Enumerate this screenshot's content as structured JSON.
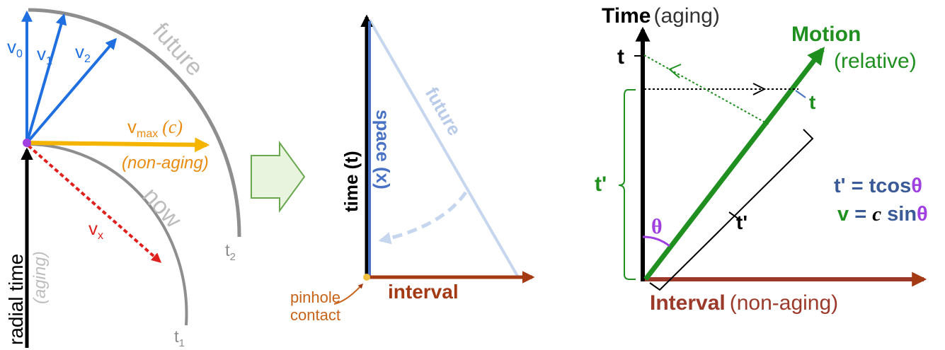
{
  "colors": {
    "blue": "#1f6fe0",
    "orange": "#f4b400",
    "orange_text": "#e98c10",
    "red": "#e0201c",
    "gray": "#8e8e8e",
    "purple": "#a040e0",
    "steel_blue": "#4a72c4",
    "light_blue": "#c5d6ee",
    "brown": "#a33a14",
    "green": "#1f8f1f",
    "dark_blue_text": "#3a5a98",
    "arrow_fill": "#e9f4df",
    "arrow_stroke": "#6aa84f",
    "pinhole": "#f0c040",
    "pinhole_text": "#c8631a"
  },
  "panel1": {
    "v0": "v",
    "v0_sub": "0",
    "v1": "v",
    "v1_sub": "1",
    "v2": "v",
    "v2_sub": "2",
    "vmax": "v",
    "vmax_sub": "max",
    "vmax_c": "(c)",
    "non_aging": "(non-aging)",
    "vx": "v",
    "vx_sub": "x",
    "future": "future",
    "now": "now",
    "t2": "t",
    "t2_sub": "2",
    "t1": "t",
    "t1_sub": "1",
    "radial_time": "radial time",
    "aging": "(aging)"
  },
  "panel2": {
    "time_label": "time (t)",
    "space_label": "space (x)",
    "future": "future",
    "interval": "interval",
    "pinhole_line1": "pinhole",
    "pinhole_line2": "contact"
  },
  "panel3": {
    "time_title": "Time",
    "time_aging": "(aging)",
    "motion": "Motion",
    "relative": "(relative)",
    "t_top": "t",
    "t_motion": "t",
    "t_prime_left": "t'",
    "t_prime_mid": "t'",
    "theta": "θ",
    "eq1_left": "t' = tcos",
    "eq1_theta": "θ",
    "eq2_v": "v",
    "eq2_eq": " = ",
    "eq2_c": "c",
    "eq2_sin": " sin",
    "eq2_theta": "θ",
    "interval": "Interval",
    "non_aging": "(non-aging)"
  }
}
